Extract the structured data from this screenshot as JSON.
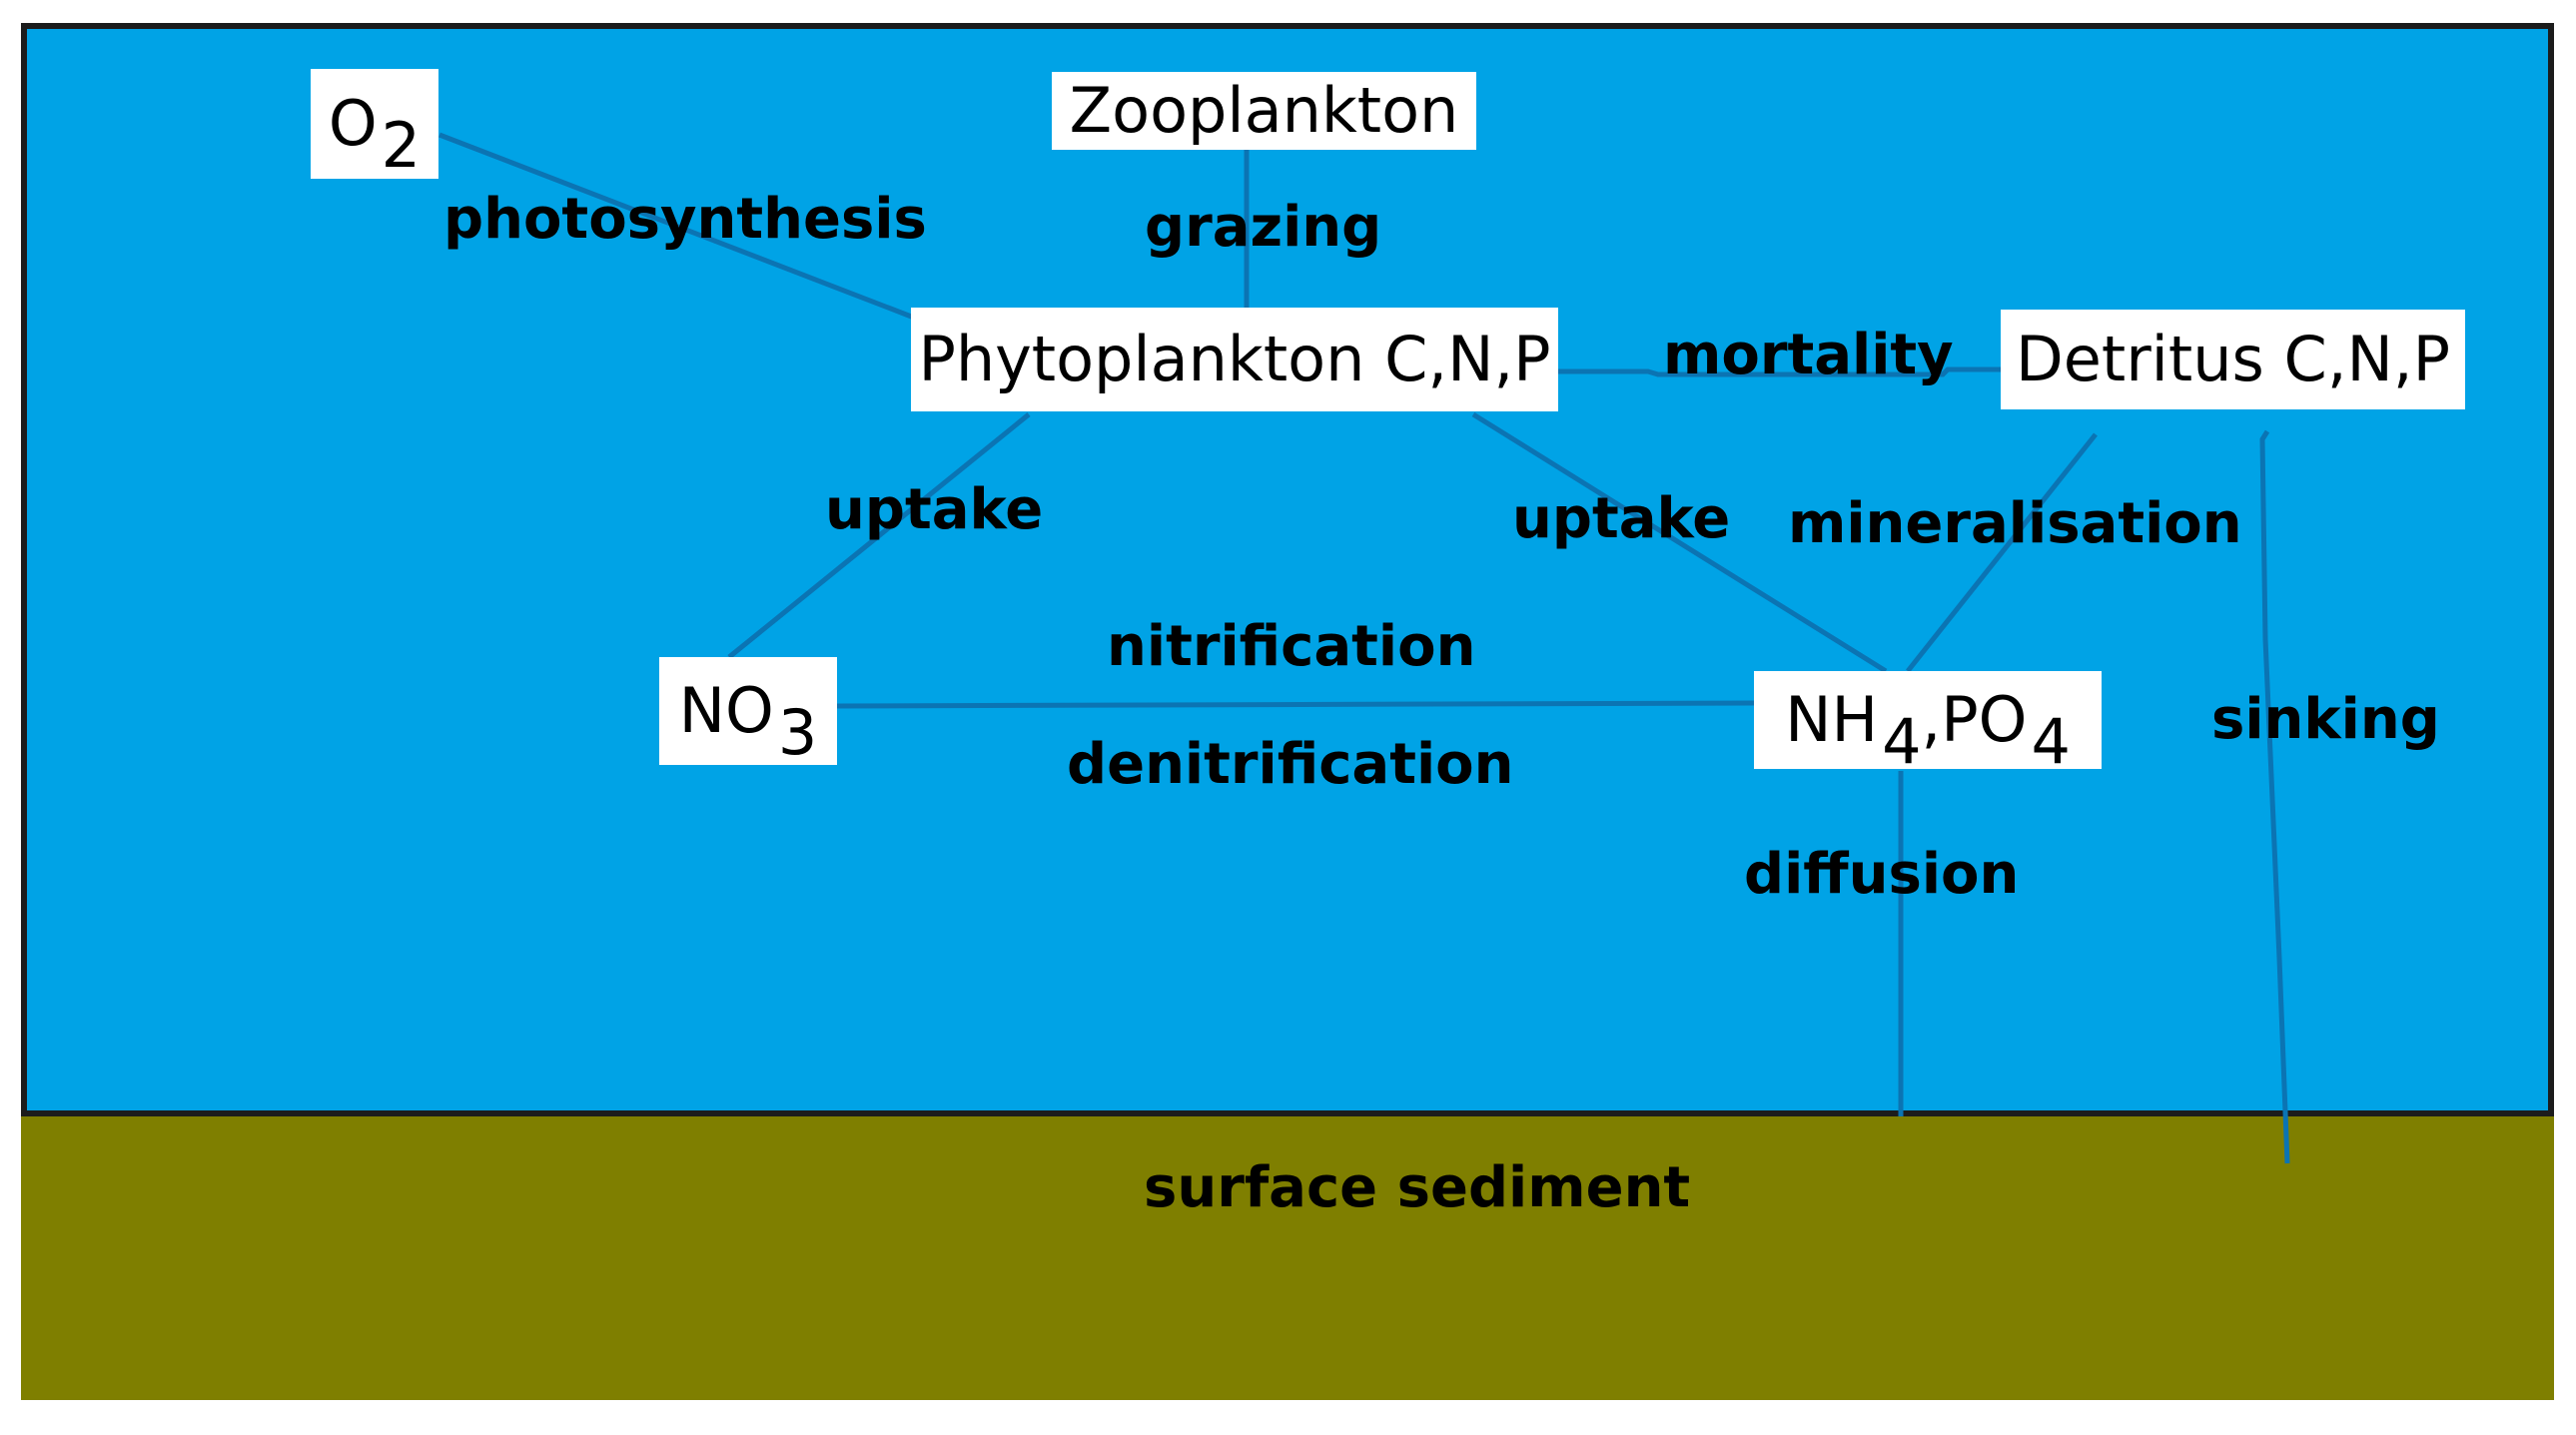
{
  "nodes": {
    "o2": {
      "base": "O",
      "sub": "2"
    },
    "zooplankton": {
      "label": "Zooplankton"
    },
    "phytoplankton": {
      "label": "Phytoplankton C,N,P"
    },
    "detritus": {
      "label": "Detritus C,N,P"
    },
    "no3": {
      "base": "NO",
      "sub": "3"
    },
    "nh4po4": {
      "base1": "NH",
      "sub1": "4",
      "sep": ",PO",
      "sub2": "4"
    }
  },
  "processes": {
    "photosynthesis": "photosynthesis",
    "grazing": "grazing",
    "mortality": "mortality",
    "uptake_left": "uptake",
    "uptake_right": "uptake",
    "mineralisation": "mineralisation",
    "nitrification": "nitrification",
    "denitrification": "denitrification",
    "sinking": "sinking",
    "diffusion": "diffusion"
  },
  "layers": {
    "sediment": "surface sediment"
  },
  "colors": {
    "water": "#00a3e6",
    "sediment": "#7f7f00",
    "connector": "#0b74b3",
    "border": "#1c1c1c"
  }
}
